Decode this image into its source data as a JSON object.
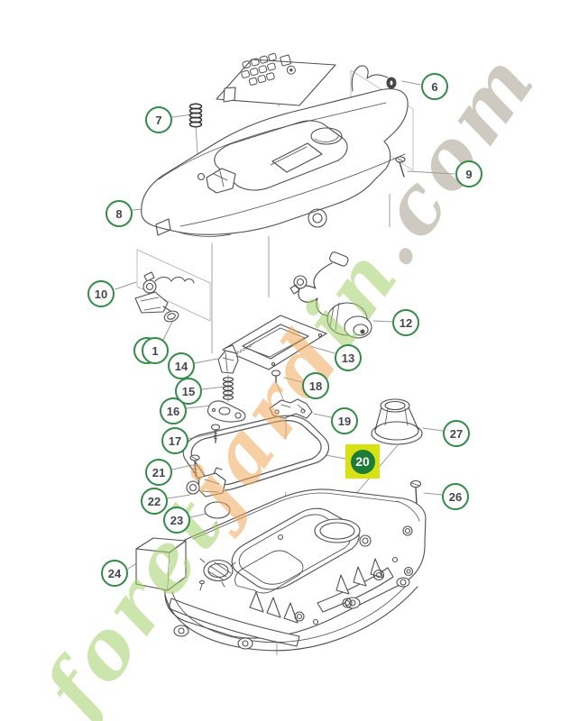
{
  "page": {
    "background": "#ffffff"
  },
  "diagram": {
    "type": "exploded-parts-diagram",
    "callout_style": {
      "border_color": "#358a4a",
      "text_color": "#45464e",
      "bg": "#ffffff"
    },
    "highlight": {
      "badge_bg": "#d8e112",
      "circle_bg": "#1d7c35",
      "text_color": "#ffffff"
    },
    "callouts": [
      {
        "label": "1"
      },
      {
        "label": "6"
      },
      {
        "label": "7"
      },
      {
        "label": "8"
      },
      {
        "label": "9"
      },
      {
        "label": "10"
      },
      {
        "label": "12"
      },
      {
        "label": "13"
      },
      {
        "label": "14"
      },
      {
        "label": "15"
      },
      {
        "label": "16"
      },
      {
        "label": "17"
      },
      {
        "label": "18"
      },
      {
        "label": "19"
      },
      {
        "label": "20",
        "highlighted": true
      },
      {
        "label": "21"
      },
      {
        "label": "22"
      },
      {
        "label": "23"
      },
      {
        "label": "24"
      },
      {
        "label": "26"
      },
      {
        "label": "27"
      }
    ]
  },
  "watermark": {
    "text": "foretjardin.com",
    "colors": {
      "green": "#a3d06a",
      "orange": "#f0a95c",
      "beige": "#a89f90"
    },
    "letters": [
      {
        "ch": "f",
        "tone": "green"
      },
      {
        "ch": "o",
        "tone": "green"
      },
      {
        "ch": "r",
        "tone": "green"
      },
      {
        "ch": "e",
        "tone": "green"
      },
      {
        "ch": "t",
        "tone": "green"
      },
      {
        "ch": "j",
        "tone": "orange"
      },
      {
        "ch": "a",
        "tone": "orange"
      },
      {
        "ch": "r",
        "tone": "orange"
      },
      {
        "ch": "d",
        "tone": "orange"
      },
      {
        "ch": "i",
        "tone": "green"
      },
      {
        "ch": "n",
        "tone": "green"
      },
      {
        "ch": ".",
        "tone": "beige"
      },
      {
        "ch": "c",
        "tone": "beige"
      },
      {
        "ch": "o",
        "tone": "beige"
      },
      {
        "ch": "m",
        "tone": "beige"
      }
    ]
  }
}
